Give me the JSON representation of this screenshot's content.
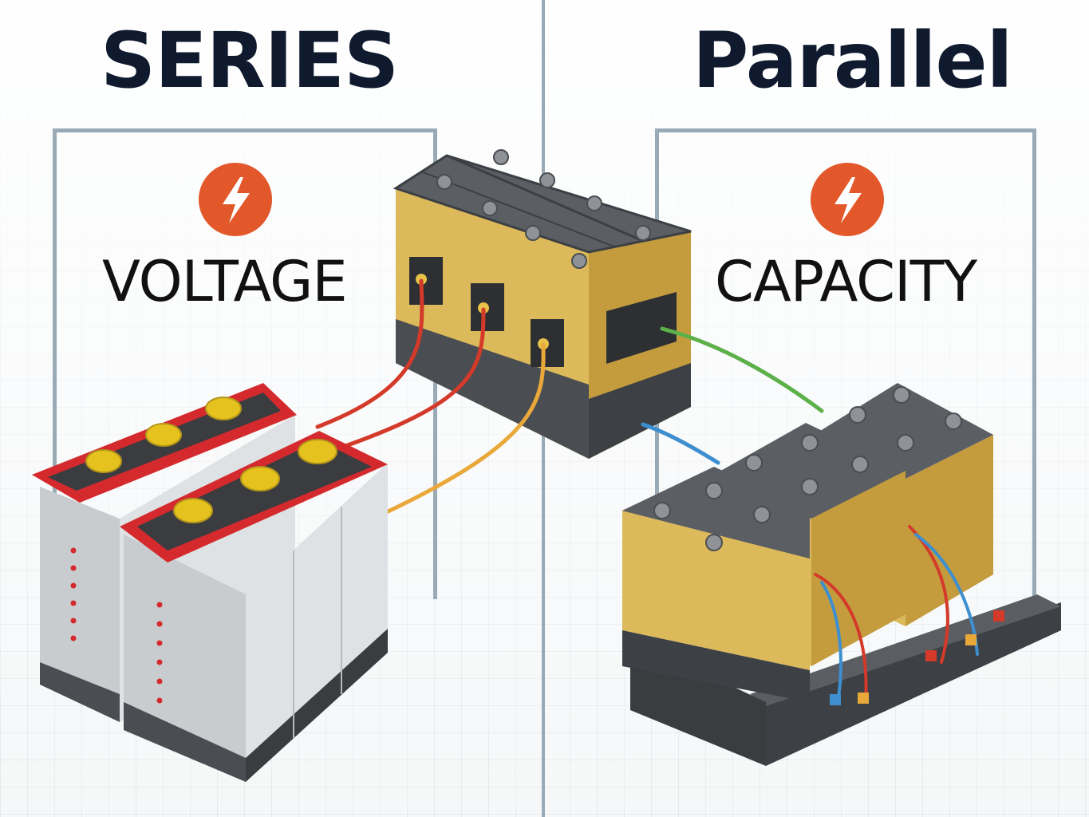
{
  "series": {
    "title": "SERIES",
    "label": "VOLTAGE",
    "icon": "lightning-bolt-icon"
  },
  "parallel": {
    "title": "Parallel",
    "label": "CAPACITY",
    "icon": "lightning-bolt-icon"
  },
  "colors": {
    "accent": "#e2582a",
    "title": "#0f1a2e",
    "frame": "#98aab5",
    "battery_yellow": "#dcb95a",
    "battery_dark": "#4a4d52",
    "battery_red": "#d42a2e",
    "battery_gray": "#d9dcde",
    "wire_red": "#d43a2a",
    "wire_orange": "#e9a83a",
    "wire_green": "#5cb04a",
    "wire_blue": "#3d8fd0"
  }
}
